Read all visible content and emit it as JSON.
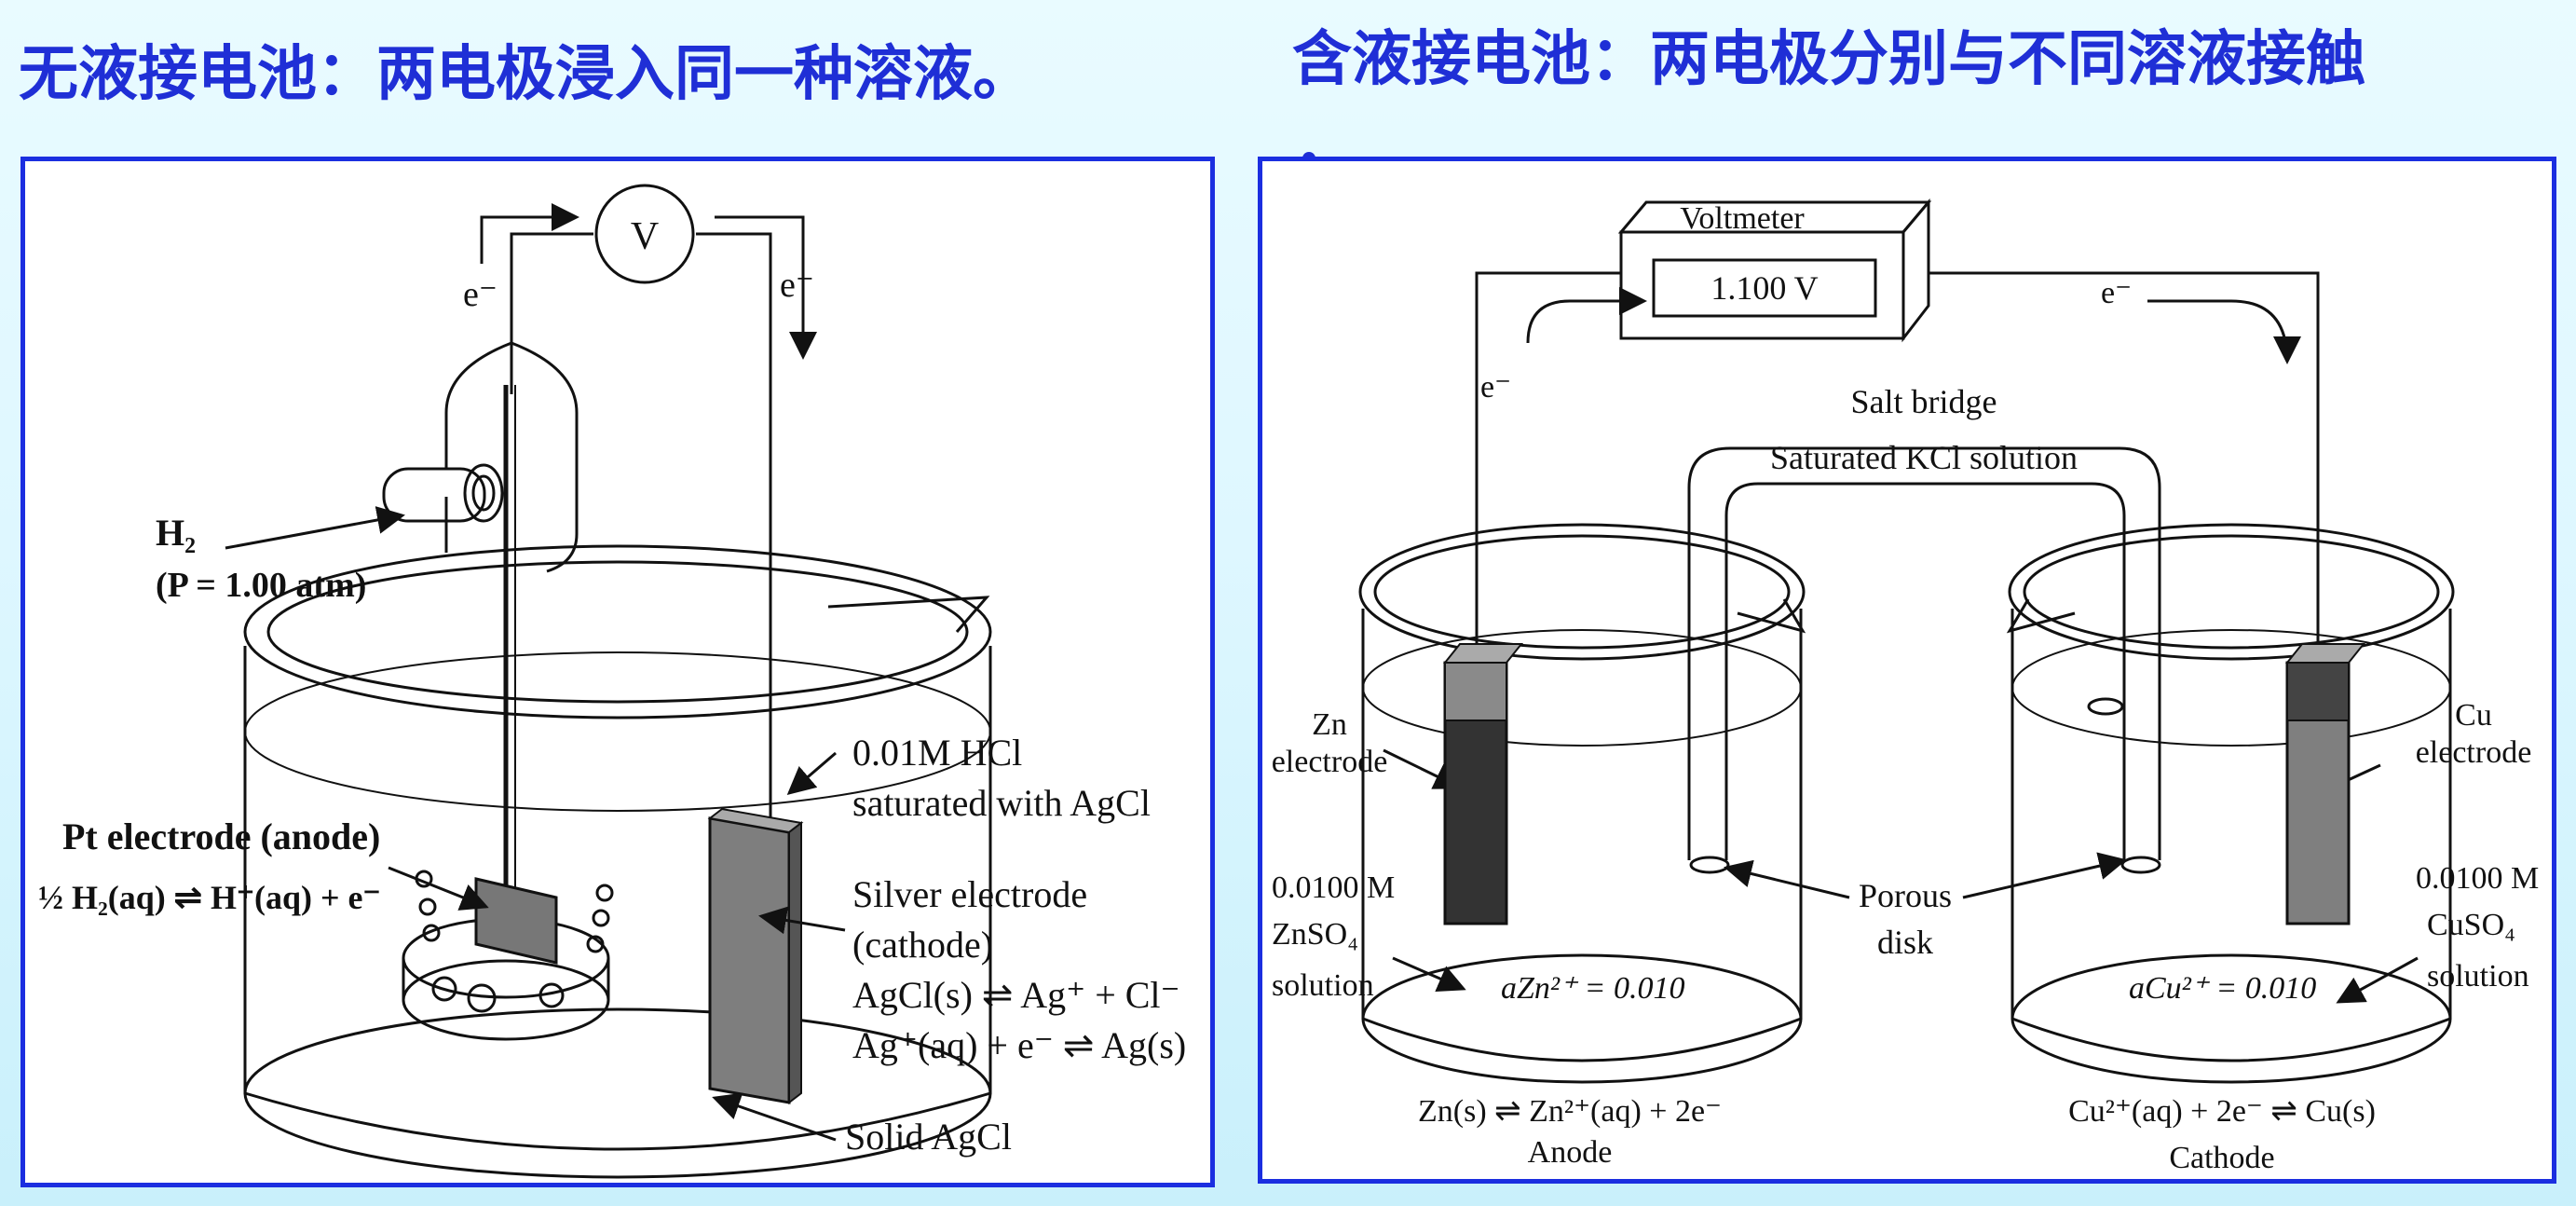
{
  "titles": {
    "left": "无液接电池：两电极浸入同一种溶液。",
    "right": "含液接电池：两电极分别与不同溶液接触"
  },
  "left_panel": {
    "voltmeter": "V",
    "electron_left": "e⁻",
    "electron_right": "e⁻",
    "h2": "H₂",
    "pressure": "(P = 1.00 atm)",
    "solution_line1": "0.01M HCl",
    "solution_line2": "saturated with AgCl",
    "pt_label": "Pt electrode (anode)",
    "pt_reaction": "½ H₂(aq) ⇌ H⁺(aq) + e⁻",
    "silver_label": "Silver electrode",
    "cathode_label": "(cathode)",
    "reaction1": "AgCl(s) ⇌ Ag⁺ + Cl⁻",
    "reaction2": "Ag⁺(aq) + e⁻ ⇌ Ag(s)",
    "solid": "Solid AgCl"
  },
  "right_panel": {
    "voltmeter_label": "Voltmeter",
    "voltmeter_reading": "1.100 V",
    "electron_left": "e⁻",
    "electron_right": "e⁻",
    "salt_bridge": "Salt bridge",
    "kcl": "Saturated KCl solution",
    "zn_electrode_1": "Zn",
    "zn_electrode_2": "electrode",
    "cu_electrode_1": "Cu",
    "cu_electrode_2": "electrode",
    "zn_conc": "0.0100 M",
    "zn_salt": "ZnSO₄",
    "zn_solution": "solution",
    "cu_conc": "0.0100 M",
    "cu_salt": "CuSO₄",
    "cu_solution": "solution",
    "porous_1": "Porous",
    "porous_2": "disk",
    "a_zn": "aZn²⁺ = 0.010",
    "a_cu": "aCu²⁺ = 0.010",
    "anode_reaction": "Zn(s) ⇌ Zn²⁺(aq) + 2e⁻",
    "anode": "Anode",
    "cathode_reaction": "Cu²⁺(aq) + 2e⁻ ⇌ Cu(s)",
    "cathode": "Cathode"
  },
  "colors": {
    "title": "#1f2fd6",
    "frame": "#1b2ee0"
  }
}
